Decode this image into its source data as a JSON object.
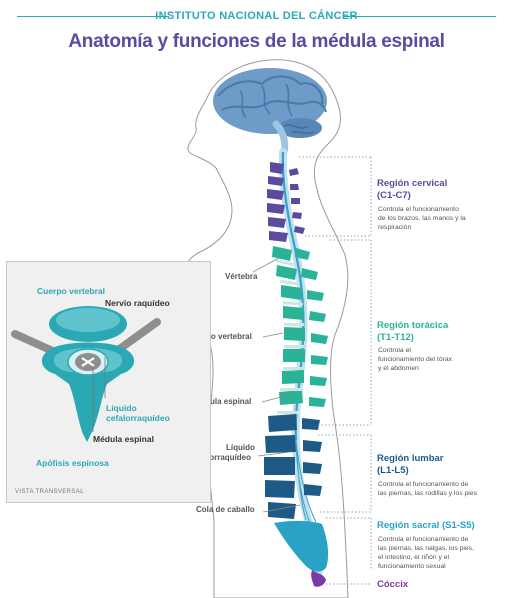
{
  "header": {
    "organization": "INSTITUTO NACIONAL DEL CÁNCER",
    "title": "Anatomía y funciones de la médula espinal"
  },
  "body_labels": {
    "vertebra": "Vértebra",
    "disc": "Disco vertebral",
    "cord": "Médula espinal",
    "csf_line1": "Líquido",
    "csf_line2": "cefalorraquídeo",
    "cauda": "Cola de caballo"
  },
  "regions": [
    {
      "name": "Región cervical",
      "range": "(C1-C7)",
      "description": [
        "Controla el funcionamiento",
        "de los brazos, las manos y la",
        "respiración"
      ],
      "color": "#5b4a9e"
    },
    {
      "name": "Región torácica",
      "range": "(T1-T12)",
      "description": [
        "Controla el",
        "funcionamiento del tórax",
        "y el abdomen"
      ],
      "color": "#2bb39a"
    },
    {
      "name": "Región lumbar",
      "range": "(L1-L5)",
      "description": [
        "Controla el funcionamiento de",
        "las piernas, las rodillas y los pies"
      ],
      "color": "#1d5b86"
    },
    {
      "name": "Región sacral (S1-S5)",
      "range": "",
      "description": [
        "Controla el funcionamiento de",
        "las piernas, las nalgas, los pies,",
        "el intestino, el riñón y el",
        "funcionamiento sexual"
      ],
      "color": "#2aa2c5"
    },
    {
      "name": "Cóccix",
      "range": "",
      "description": [],
      "color": "#7a3aa8"
    }
  ],
  "inset": {
    "vertebral_body": "Cuerpo vertebral",
    "spinal_nerve": "Nervio raquídeo",
    "csf_line1": "Líquido",
    "csf_line2": "cefalorraquídeo",
    "cord": "Médula espinal",
    "spinous_process": "Apófisis espinosa",
    "view_label": "VISTA TRANSVERSAL"
  },
  "colors": {
    "cervical": "#5b4a9e",
    "thoracic": "#2bb39a",
    "lumbar": "#1d5b86",
    "sacral": "#2aa2c5",
    "coccyx": "#7a3aa8",
    "teal": "#2aa9b5",
    "brain": "#6f9bc9"
  }
}
